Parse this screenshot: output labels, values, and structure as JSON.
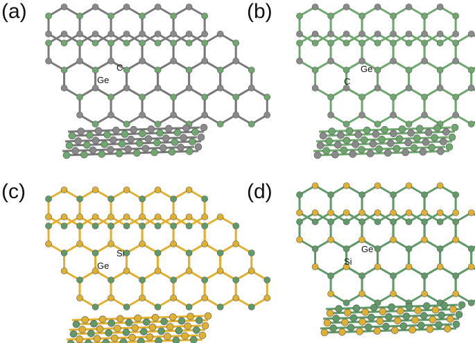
{
  "panels": [
    {
      "id": "a",
      "label": "(a)",
      "atom_labels": [
        "C",
        "Ge"
      ],
      "atoms": [
        "Ge",
        "C"
      ],
      "colors": {
        "primary": "#8a8a8a",
        "secondary": "#6fa86f",
        "bond": "#7a7a7a"
      }
    },
    {
      "id": "b",
      "label": "(b)",
      "atom_labels": [
        "Ge",
        "C"
      ],
      "atoms": [
        "Ge",
        "C"
      ],
      "colors": {
        "primary": "#6fa86f",
        "secondary": "#8a8a8a",
        "bond": "#6fa86f"
      }
    },
    {
      "id": "c",
      "label": "(c)",
      "atom_labels": [
        "Si",
        "Ge"
      ],
      "atoms": [
        "Si",
        "Ge"
      ],
      "colors": {
        "primary": "#e0b030",
        "secondary": "#5f9a68",
        "bond": "#e0b030"
      }
    },
    {
      "id": "d",
      "label": "(d)",
      "atom_labels": [
        "Ge",
        "Si"
      ],
      "atoms": [
        "Ge",
        "Si"
      ],
      "colors": {
        "primary": "#5f9a68",
        "secondary": "#e0b030",
        "bond": "#5f9a68"
      }
    }
  ]
}
